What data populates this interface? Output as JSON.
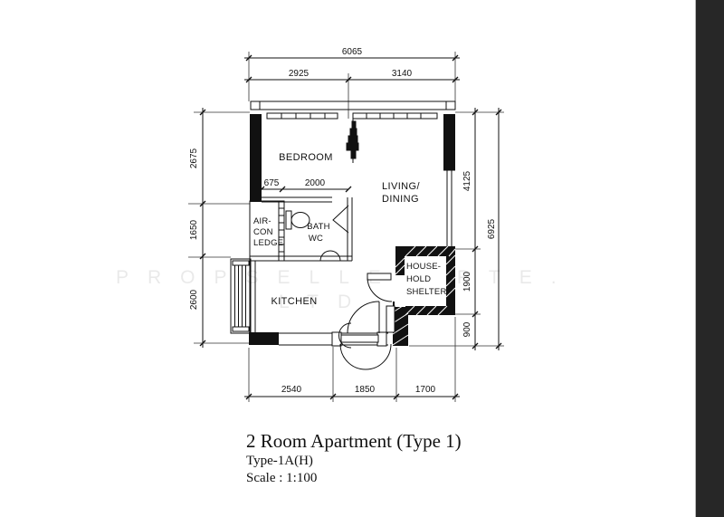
{
  "plan": {
    "rooms": {
      "bedroom": {
        "label": "BEDROOM"
      },
      "living": {
        "lines": [
          "LIVING/",
          "DINING"
        ]
      },
      "aircon": {
        "lines": [
          "AIR-",
          "CON",
          "LEDGE"
        ]
      },
      "bath": {
        "lines": [
          "BATH",
          "WC"
        ]
      },
      "kitchen": {
        "label": "KITCHEN"
      },
      "shelter": {
        "lines": [
          "HOUSE-",
          "HOLD",
          "SHELTER"
        ]
      }
    },
    "dimensions": {
      "top_overall": "6065",
      "top_left": "2925",
      "top_right": "3140",
      "left": [
        "2675",
        "1650",
        "2600"
      ],
      "right": [
        "4125",
        "1900",
        "900"
      ],
      "right_overall": "6925",
      "bottom": [
        "2540",
        "1850",
        "1700"
      ],
      "inner": [
        "675",
        "2000"
      ]
    }
  },
  "title_block": {
    "title": "2 Room Apartment (Type 1)",
    "subtitle": "Type-1A(H)",
    "scale": "Scale : 1:100"
  },
  "watermark": {
    "line1": "PROPSELLER PTE.",
    "line2": "LTD"
  },
  "colors": {
    "line": "#111111",
    "page": "#ffffff",
    "edge_bar": "#272727"
  }
}
